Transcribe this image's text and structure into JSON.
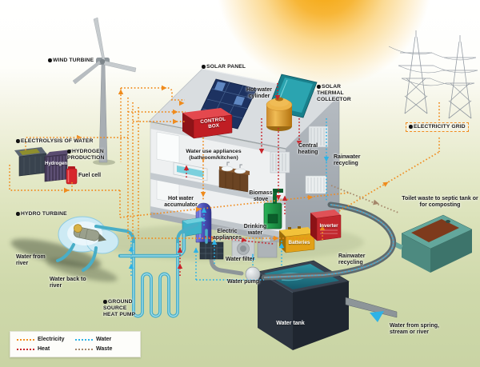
{
  "labels": {
    "wind_turbine": "WIND TURBINE",
    "solar_panel": "SOLAR PANEL",
    "solar_thermal_collector": "SOLAR THERMAL COLLECTOR",
    "electricity_grid": "ELECTRICITY GRID",
    "electrolysis_of_water": "ELECTROLYSIS OF WATER",
    "hydrogen_production": "HYDROGEN PRODUCTION",
    "hydrogen": "Hydrogen",
    "fuel_cell": "Fuel cell",
    "hydro_turbine": "HYDRO TURBINE",
    "water_from_river": "Water from river",
    "water_back_to_river": "Water back to river",
    "ground_source_heat_pump": "GROUND SOURCE HEAT PUMP",
    "control_box": "CONTROL BOX",
    "hot_water_cylinder": "Hot water cylinder",
    "water_use_appliances": "Water use appliances (bathroom/kitchen)",
    "central_heating": "Central heating",
    "rainwater_recycling_upper": "Rainwater recycling",
    "rainwater_recycling_lower": "Rainwater recycling",
    "hot_water_accumulator": "Hot water accumulator",
    "biomass_stove": "Biomass stove",
    "electric_appliances": "Electric appliances",
    "drinking_water": "Drinking water",
    "batteries": "Batteries",
    "inverter": "Inverter",
    "toilet_waste": "Toilet waste to septic tank or for composting",
    "water_filter": "Water filter",
    "water_pump": "Water pump",
    "water_tank": "Water tank",
    "water_from_spring": "Water from spring, stream or river"
  },
  "legend": {
    "items": [
      {
        "id": "electricity",
        "label": "Electricity",
        "color": "#f08c1e"
      },
      {
        "id": "heat",
        "label": "Heat",
        "color": "#c8242b"
      },
      {
        "id": "water",
        "label": "Water",
        "color": "#2eb3e6"
      },
      {
        "id": "waste",
        "label": "Waste",
        "color": "#a4866a"
      }
    ]
  }
}
